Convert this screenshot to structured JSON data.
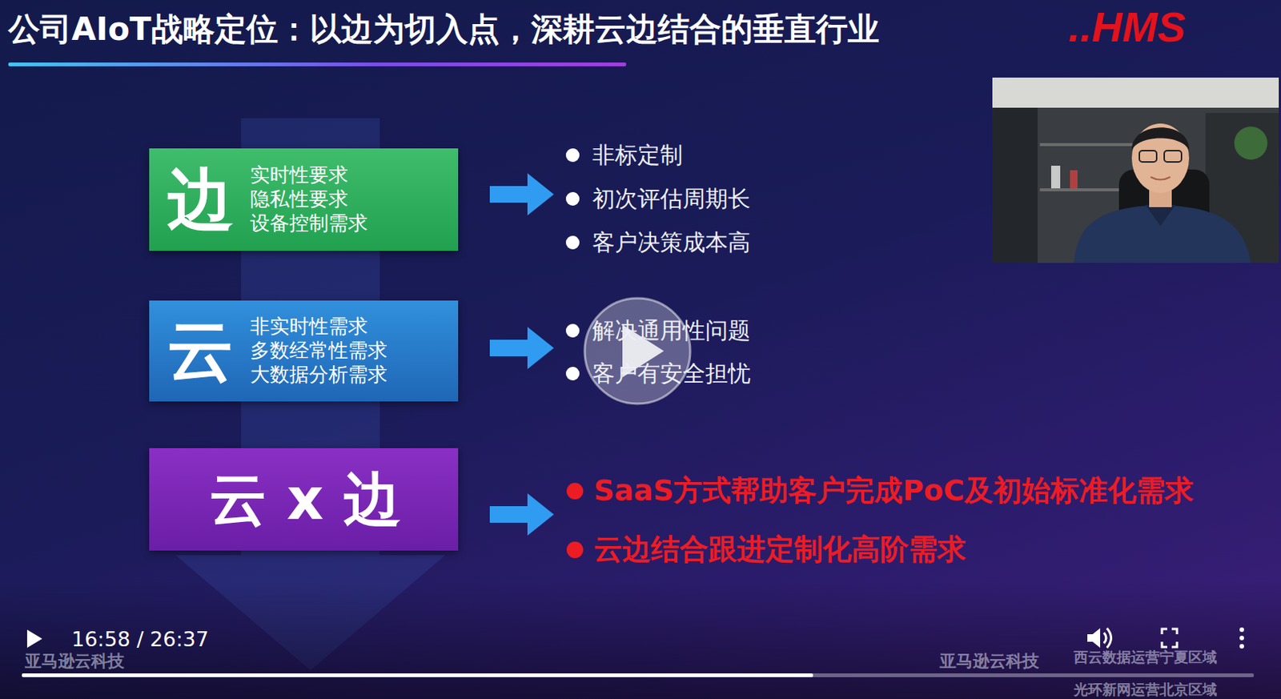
{
  "diagram": {
    "title": "公司AIoT战略定位：以边为切入点，深耕云边结合的垂直行业",
    "nodes": [
      {
        "text": [
          "边",
          "实时性要求 隐私性要求 设备控制需求"
        ]
      },
      {
        "text": [
          "云",
          "非实时性需求 多数经常性需求 大数据分析需求"
        ]
      },
      {
        "text": [
          "云 x 边"
        ]
      }
    ],
    "labels": [
      "..HMS",
      "非标定制",
      "初次评估周期长",
      "客户决策成本高",
      "解决通用性问题",
      "客户有安全担忧",
      "SaaS方式帮助客户完成PoC及初始标准化需求",
      "云边结合跟进定制化高阶需求",
      "16:58 / 26:37",
      "亚马逊云科技",
      "亚马逊云科技",
      "西云数据运营宁夏区域",
      "光环新网运营北京区域"
    ]
  }
}
